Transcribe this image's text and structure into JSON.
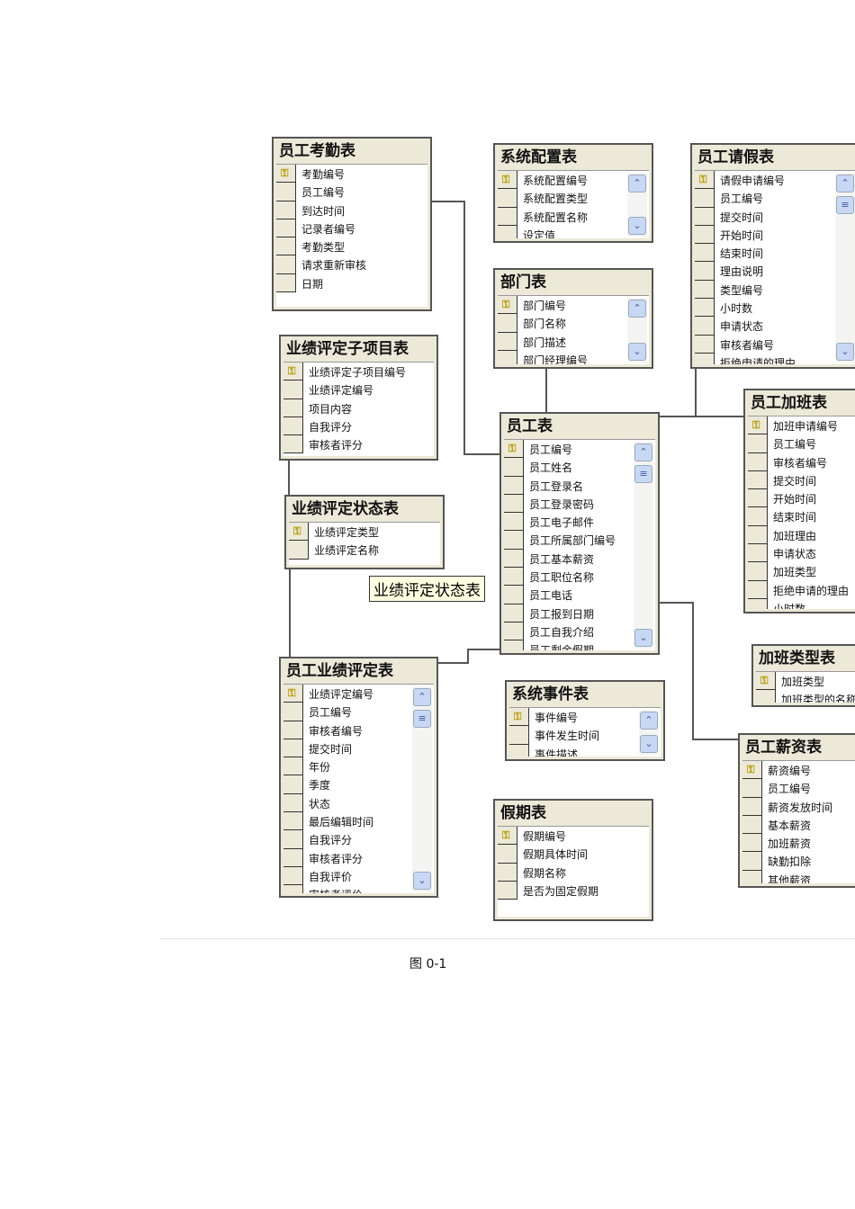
{
  "tables": [
    {
      "id": "attendance",
      "title": "员工考勤表",
      "scroll": false,
      "fields": [
        "考勤编号",
        "员工编号",
        "到达时间",
        "记录者编号",
        "考勤类型",
        "请求重新审核",
        "日期"
      ]
    },
    {
      "id": "sysconfig",
      "title": "系统配置表",
      "scroll": true,
      "fields": [
        "系统配置编号",
        "系统配置类型",
        "系统配置名称",
        "设定值"
      ]
    },
    {
      "id": "leave",
      "title": "员工请假表",
      "scroll": true,
      "fields": [
        "请假申请编号",
        "员工编号",
        "提交时间",
        "开始时间",
        "结束时间",
        "理由说明",
        "类型编号",
        "小时数",
        "申请状态",
        "审核者编号",
        "拒绝申请的理由"
      ]
    },
    {
      "id": "department",
      "title": "部门表",
      "scroll": true,
      "fields": [
        "部门编号",
        "部门名称",
        "部门描述",
        "部门经理编号"
      ]
    },
    {
      "id": "perf-subitem",
      "title": "业绩评定子项目表",
      "scroll": false,
      "fields": [
        "业绩评定子项目编号",
        "业绩评定编号",
        "项目内容",
        "自我评分",
        "审核者评分"
      ]
    },
    {
      "id": "employee",
      "title": "员工表",
      "scroll": true,
      "fields": [
        "员工编号",
        "员工姓名",
        "员工登录名",
        "员工登录密码",
        "员工电子邮件",
        "员工所属部门编号",
        "员工基本薪资",
        "员工职位名称",
        "员工电话",
        "员工报到日期",
        "员工自我介绍",
        "员工剩余假期"
      ]
    },
    {
      "id": "overtime",
      "title": "员工加班表",
      "scroll": false,
      "fields": [
        "加班申请编号",
        "员工编号",
        "审核者编号",
        "提交时间",
        "开始时间",
        "结束时间",
        "加班理由",
        "申请状态",
        "加班类型",
        "拒绝申请的理由",
        "小时数"
      ]
    },
    {
      "id": "perf-status",
      "title": "业绩评定状态表",
      "scroll": false,
      "fields": [
        "业绩评定类型",
        "业绩评定名称"
      ]
    },
    {
      "id": "perf-review",
      "title": "员工业绩评定表",
      "scroll": true,
      "fields": [
        "业绩评定编号",
        "员工编号",
        "审核者编号",
        "提交时间",
        "年份",
        "季度",
        "状态",
        "最后编辑时间",
        "自我评分",
        "审核者评分",
        "自我评价",
        "审核者评价"
      ]
    },
    {
      "id": "overtime-type",
      "title": "加班类型表",
      "scroll": false,
      "fields": [
        "加班类型",
        "加班类型的名称"
      ]
    },
    {
      "id": "sysevent",
      "title": "系统事件表",
      "scroll": true,
      "fields": [
        "事件编号",
        "事件发生时间",
        "事件描述"
      ]
    },
    {
      "id": "salary",
      "title": "员工薪资表",
      "scroll": false,
      "fields": [
        "薪资编号",
        "员工编号",
        "薪资发放时间",
        "基本薪资",
        "加班薪资",
        "缺勤扣除",
        "其他薪资"
      ]
    },
    {
      "id": "holiday",
      "title": "假期表",
      "scroll": false,
      "fields": [
        "假期编号",
        "假期具体时间",
        "假期名称",
        "是否为固定假期"
      ]
    }
  ],
  "tooltip": "业绩评定状态表",
  "caption": "图 0-1",
  "icons": {
    "primary_key": "key-icon",
    "scroll_up": "chevron-up-icon",
    "scroll_down": "chevron-down-icon"
  },
  "colors": {
    "table_header": "#ece9d8",
    "key": "#b59a00",
    "scrollbar": "#c8d8f4"
  }
}
